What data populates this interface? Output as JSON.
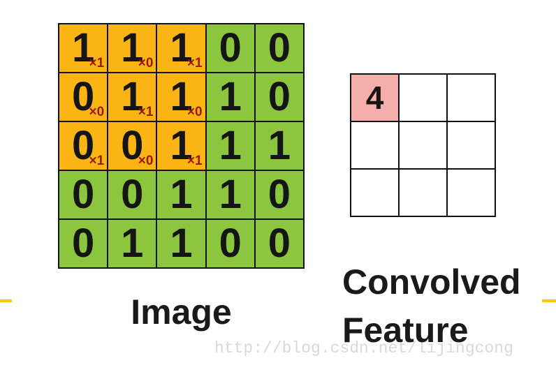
{
  "colors": {
    "highlight_orange": "#FAB414",
    "cell_green": "#8CC63E",
    "highlight_pink": "#F4AFAC",
    "multiplier_red": "#9C1A00",
    "grid_line": "#111111",
    "accent_bar_yellow": "#FFC907",
    "watermark_gray": "#D9D9D9"
  },
  "image_grid": {
    "label": "Image",
    "size": 5,
    "cells": [
      {
        "value": "1",
        "mult": "×1",
        "highlight": true
      },
      {
        "value": "1",
        "mult": "×0",
        "highlight": true
      },
      {
        "value": "1",
        "mult": "×1",
        "highlight": true
      },
      {
        "value": "0",
        "mult": "",
        "highlight": false
      },
      {
        "value": "0",
        "mult": "",
        "highlight": false
      },
      {
        "value": "0",
        "mult": "×0",
        "highlight": true
      },
      {
        "value": "1",
        "mult": "×1",
        "highlight": true
      },
      {
        "value": "1",
        "mult": "×0",
        "highlight": true
      },
      {
        "value": "1",
        "mult": "",
        "highlight": false
      },
      {
        "value": "0",
        "mult": "",
        "highlight": false
      },
      {
        "value": "0",
        "mult": "×1",
        "highlight": true
      },
      {
        "value": "0",
        "mult": "×0",
        "highlight": true
      },
      {
        "value": "1",
        "mult": "×1",
        "highlight": true
      },
      {
        "value": "1",
        "mult": "",
        "highlight": false
      },
      {
        "value": "1",
        "mult": "",
        "highlight": false
      },
      {
        "value": "0",
        "mult": "",
        "highlight": false
      },
      {
        "value": "0",
        "mult": "",
        "highlight": false
      },
      {
        "value": "1",
        "mult": "",
        "highlight": false
      },
      {
        "value": "1",
        "mult": "",
        "highlight": false
      },
      {
        "value": "0",
        "mult": "",
        "highlight": false
      },
      {
        "value": "0",
        "mult": "",
        "highlight": false
      },
      {
        "value": "1",
        "mult": "",
        "highlight": false
      },
      {
        "value": "1",
        "mult": "",
        "highlight": false
      },
      {
        "value": "0",
        "mult": "",
        "highlight": false
      },
      {
        "value": "0",
        "mult": "",
        "highlight": false
      }
    ]
  },
  "convolved_grid": {
    "label_line1": "Convolved",
    "label_line2": "Feature",
    "size": 3,
    "cells": [
      {
        "value": "4",
        "highlight": true
      },
      {
        "value": "",
        "highlight": false
      },
      {
        "value": "",
        "highlight": false
      },
      {
        "value": "",
        "highlight": false
      },
      {
        "value": "",
        "highlight": false
      },
      {
        "value": "",
        "highlight": false
      },
      {
        "value": "",
        "highlight": false
      },
      {
        "value": "",
        "highlight": false
      },
      {
        "value": "",
        "highlight": false
      }
    ]
  },
  "watermark_text": "http://blog.csdn.net/lijingcong"
}
